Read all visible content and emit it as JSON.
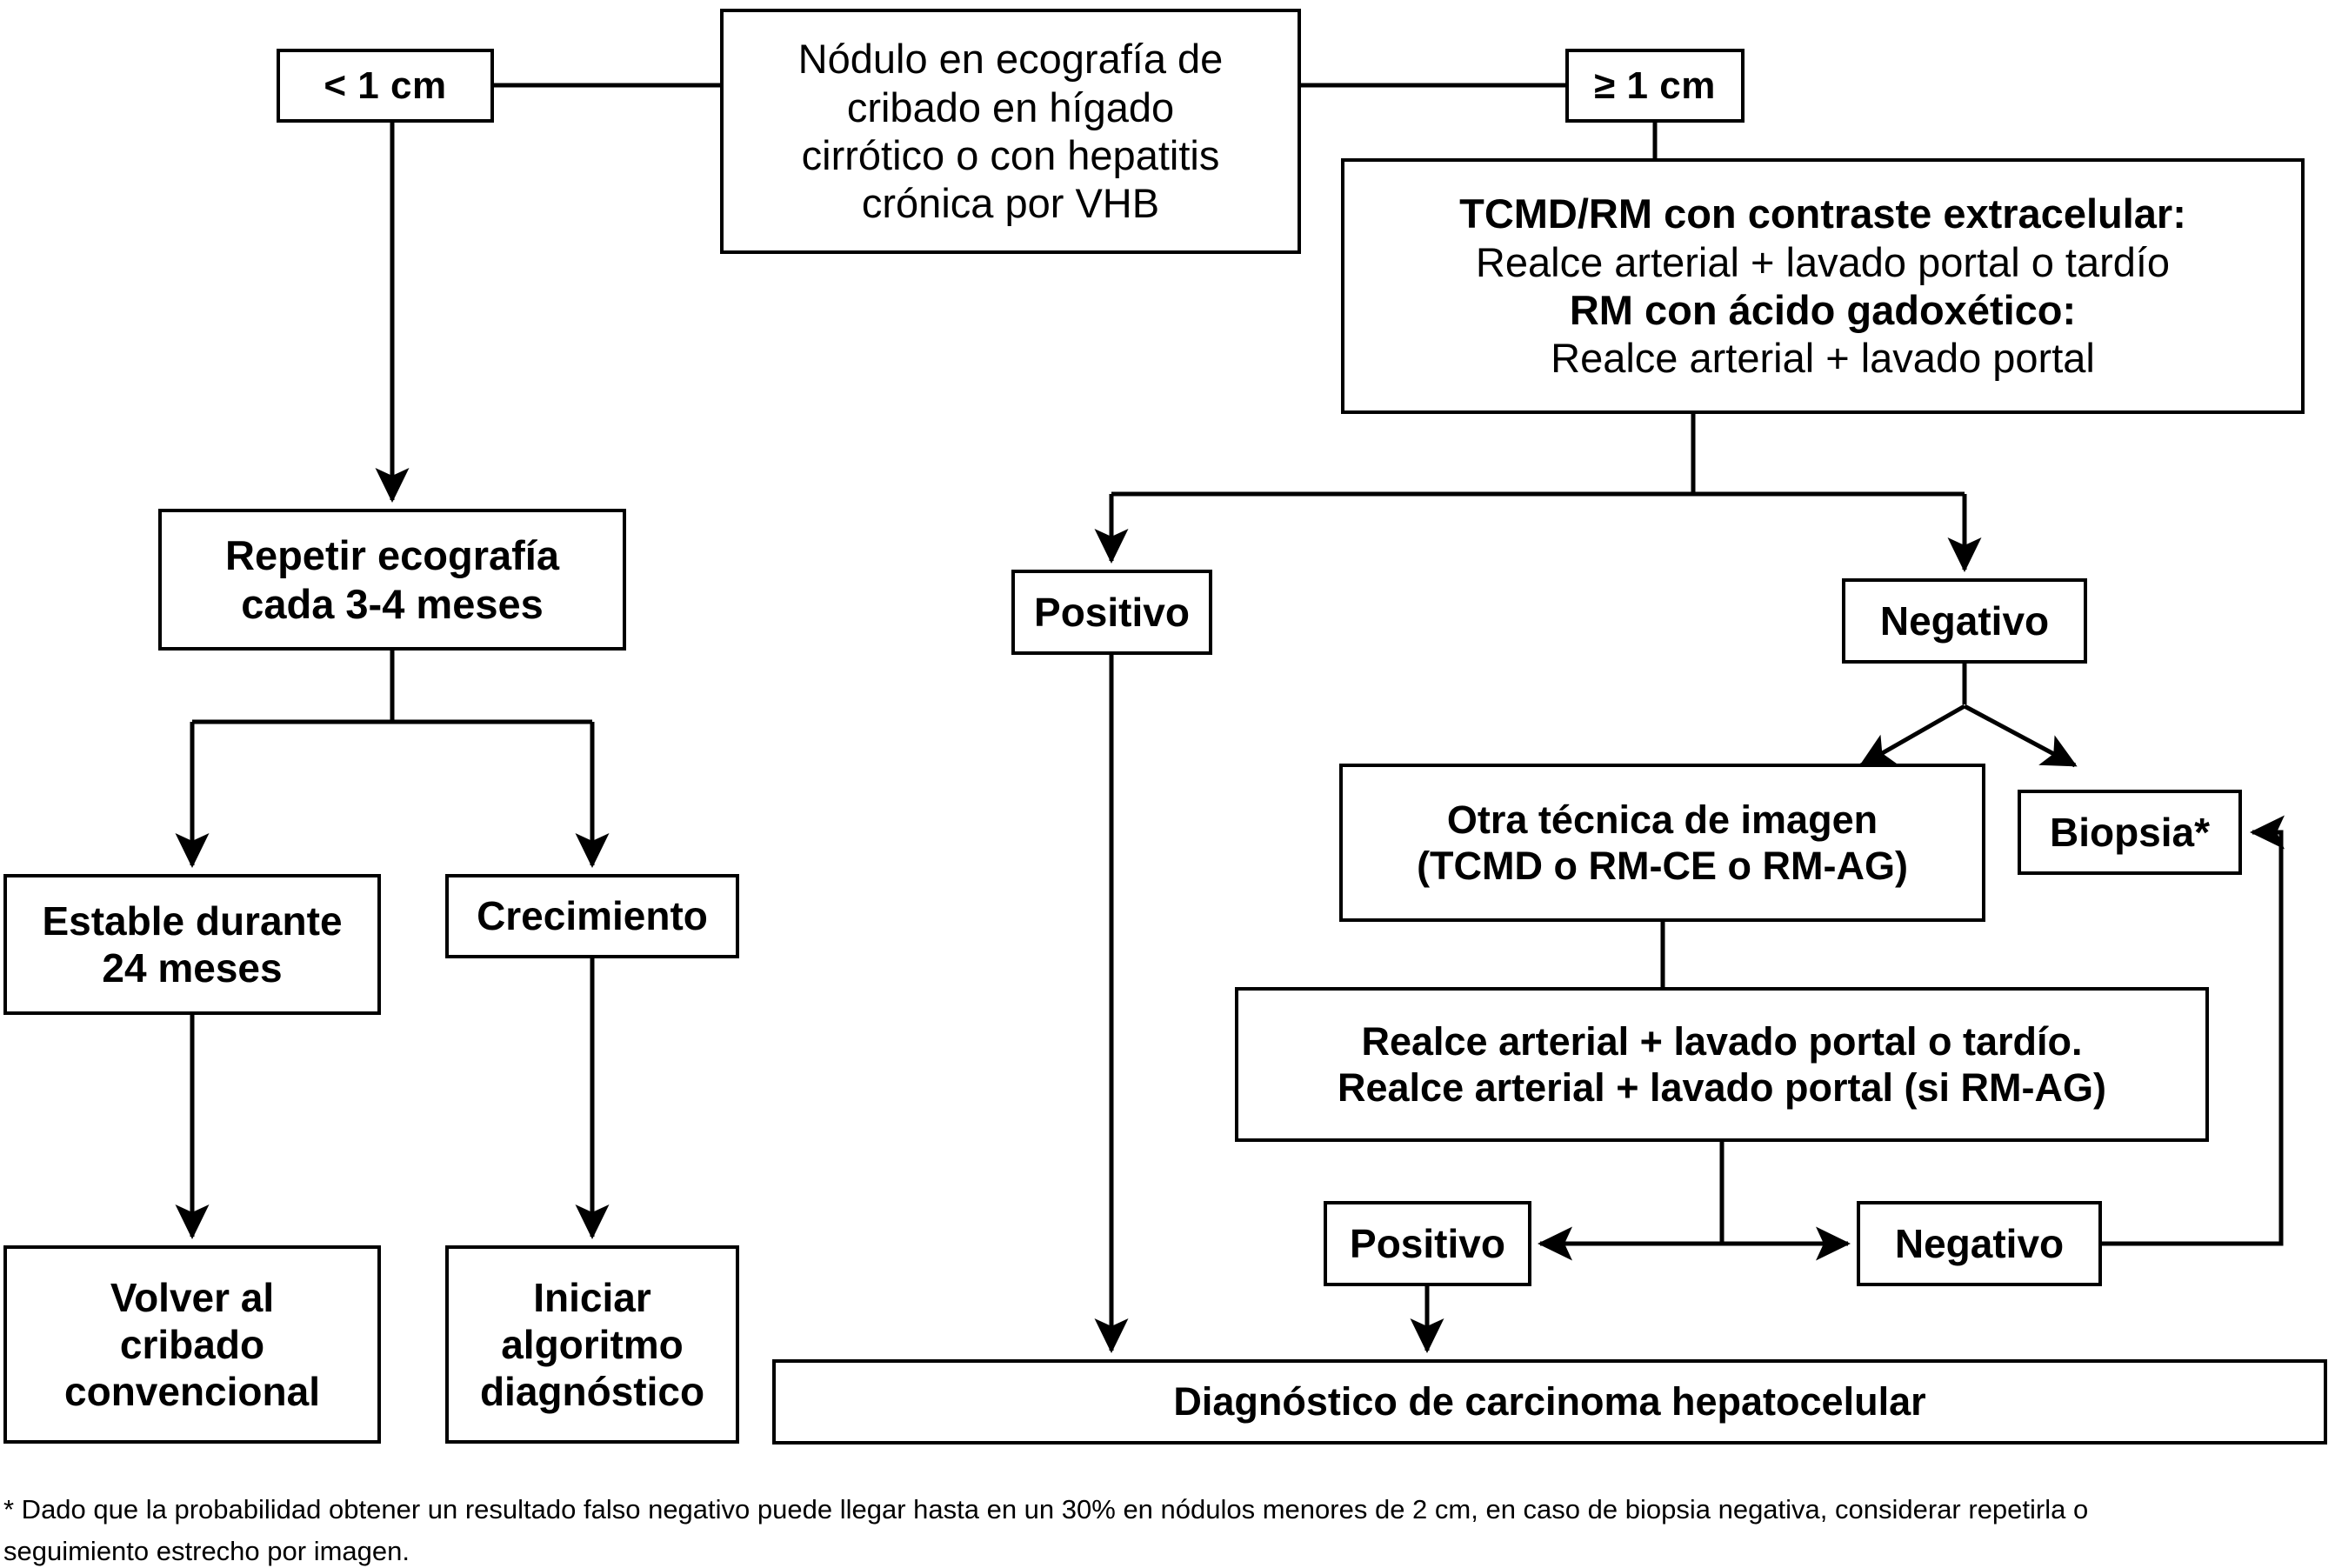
{
  "diagram": {
    "title": "Algoritmo diagnostico de nodulo hepatico",
    "nodes": {
      "root": {
        "lines": [
          "Nódulo  en ecografía de",
          "cribado en hígado",
          "cirrótico o con hepatitis",
          "crónica por VHB"
        ]
      },
      "size_small": {
        "label": "< 1 cm"
      },
      "size_large": {
        "label": "≥ 1 cm"
      },
      "protocol": {
        "lines": [
          "TCMD/RM con contraste extracelular:",
          "Realce arterial + lavado portal o tardío",
          "RM con ácido gadoxético:",
          "Realce arterial + lavado portal"
        ]
      },
      "us_repeat": {
        "lines": [
          "Repetir ecografía",
          "cada 3-4 meses"
        ]
      },
      "positive_1": {
        "label": "Positivo"
      },
      "negative_1": {
        "label": "Negativo"
      },
      "stable": {
        "lines": [
          "Estable durante",
          "24 meses"
        ]
      },
      "growth": {
        "label": "Crecimiento"
      },
      "other_technique": {
        "lines": [
          "Otra técnica de imagen",
          "(TCMD o RM-CE o RM-AG)"
        ]
      },
      "biopsy": {
        "label": "Biopsia*"
      },
      "findings": {
        "lines": [
          "Realce arterial + lavado portal o tardío.",
          "Realce arterial + lavado portal (si RM-AG)"
        ]
      },
      "positive_2": {
        "label": "Positivo"
      },
      "negative_2": {
        "label": "Negativo"
      },
      "back_to_screening": {
        "lines": [
          "Volver al",
          "cribado",
          "convencional"
        ]
      },
      "start_algorithm": {
        "lines": [
          "Iniciar",
          "algoritmo",
          "diagnóstico"
        ]
      },
      "diagnosis": {
        "label": "Diagnóstico de carcinoma hepatocelular"
      }
    },
    "footnote": {
      "line1": "* Dado que la probabilidad obtener un resultado falso negativo puede llegar hasta en un 30% en nódulos menores de 2 cm, en caso de biopsia negativa, considerar repetirla o",
      "line2": "seguimiento estrecho por imagen."
    },
    "colors": {
      "stroke": "#000000",
      "background": "#ffffff",
      "text": "#000000"
    }
  }
}
